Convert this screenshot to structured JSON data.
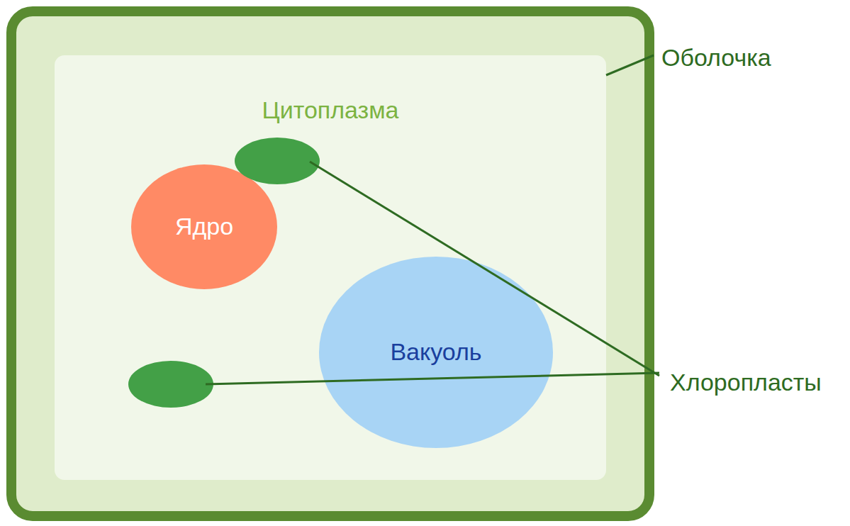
{
  "diagram": {
    "nodes": [
      {
        "text": [
          "Цитоплазма"
        ]
      },
      {
        "text": [
          "Ядро"
        ],
        "in": 0
      },
      {
        "text": [
          "Вакуоль"
        ],
        "in": 0
      }
    ],
    "labels": [
      "Оболочка",
      "Хлоропласты"
    ]
  }
}
